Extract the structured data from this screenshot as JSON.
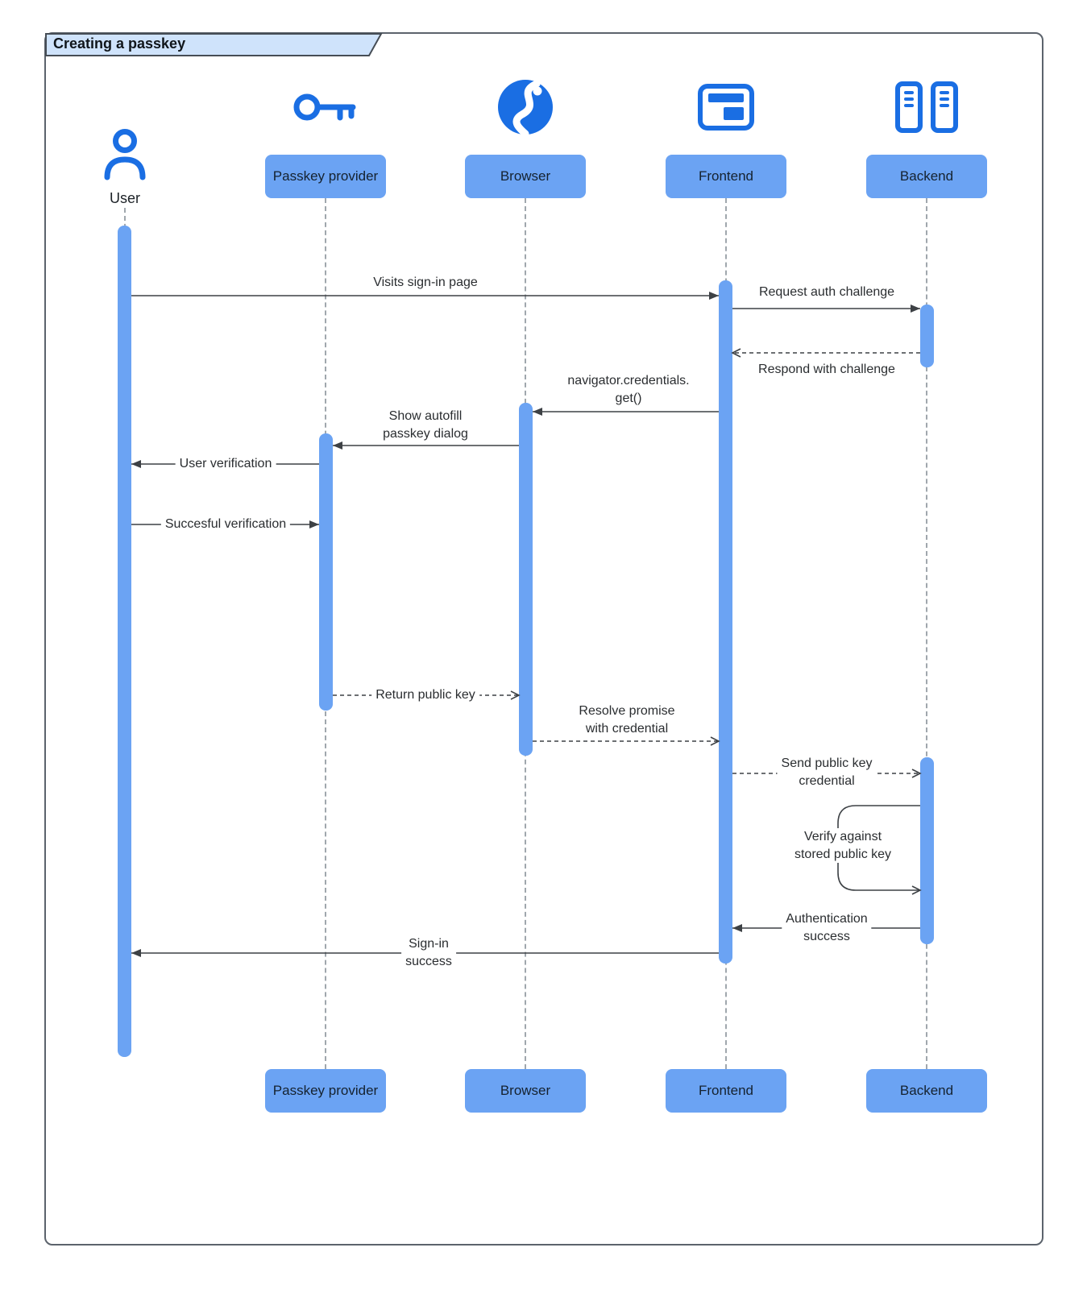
{
  "title": "Creating a passkey",
  "colors": {
    "accent_icon_blue": "#1a6ee3",
    "bar_and_box_blue": "#6ba3f3",
    "title_tab_fill": "#cfe3fb",
    "frame_border": "#5c636c",
    "lifeline_gray": "#a0a7ad",
    "arrow_dark": "#3d4145"
  },
  "actors": {
    "user": {
      "label": "User",
      "icon": "person-icon"
    },
    "passkey": {
      "label": "Passkey provider",
      "icon": "key-icon"
    },
    "browser": {
      "label": "Browser",
      "icon": "globe-icon"
    },
    "frontend": {
      "label": "Frontend",
      "icon": "window-layout-icon"
    },
    "backend": {
      "label": "Backend",
      "icon": "server-stack-icon"
    }
  },
  "messages": [
    {
      "label": "Visits sign-in page",
      "from": "user",
      "to": "frontend",
      "line": "solid"
    },
    {
      "label": "Request auth challenge",
      "from": "frontend",
      "to": "backend",
      "line": "solid"
    },
    {
      "label": "Respond with challenge",
      "from": "backend",
      "to": "frontend",
      "line": "dashed"
    },
    {
      "label": "navigator.credentials.\nget()",
      "from": "frontend",
      "to": "browser",
      "line": "solid"
    },
    {
      "label": "Show autofill\npasskey dialog",
      "from": "browser",
      "to": "passkey",
      "line": "solid"
    },
    {
      "label": "User verification",
      "from": "passkey",
      "to": "user",
      "line": "solid"
    },
    {
      "label": "Succesful verification",
      "from": "user",
      "to": "passkey",
      "line": "solid"
    },
    {
      "label": "Return public key",
      "from": "passkey",
      "to": "browser",
      "line": "dashed"
    },
    {
      "label": "Resolve promise\nwith credential",
      "from": "browser",
      "to": "frontend",
      "line": "dashed"
    },
    {
      "label": "Send public key\ncredential",
      "from": "frontend",
      "to": "backend",
      "line": "dashed"
    },
    {
      "label": "Verify against\nstored public key",
      "from": "backend",
      "to": "backend",
      "line": "self-loop"
    },
    {
      "label": "Authentication\nsuccess",
      "from": "backend",
      "to": "frontend",
      "line": "solid"
    },
    {
      "label": "Sign-in\nsuccess",
      "from": "frontend",
      "to": "user",
      "line": "solid"
    }
  ]
}
